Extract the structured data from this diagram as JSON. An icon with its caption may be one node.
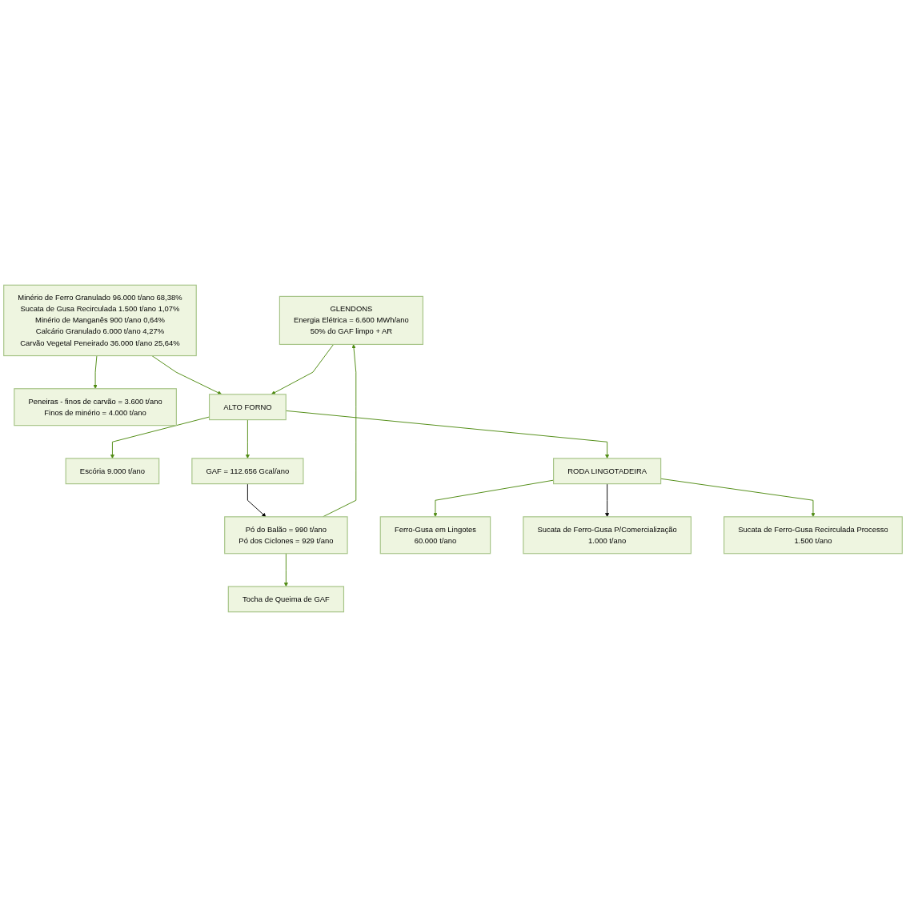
{
  "diagram": {
    "nodes": [
      {
        "text": [
          "Minério de Ferro Granulado 96.000 t/ano 68,38%",
          "Sucata de Gusa Recirculada 1.500 t/ano 1,07%",
          "Minério de Manganês 900 t/ano 0,64%",
          "Calcário Granulado 6.000 t/ano 4,27%",
          "Carvão Vegetal Peneirado 36.000 t/ano 25,64%"
        ]
      },
      {
        "text": [
          "Peneiras - finos de carvão = 3.600 t/ano",
          "Finos de minério = 4.000 t/ano"
        ]
      },
      {
        "text": [
          "ALTO FORNO"
        ]
      },
      {
        "text": [
          "GLENDONS",
          "Energia Elétrica = 6.600 MWh/ano",
          "50% do GAF limpo + AR"
        ]
      },
      {
        "text": [
          "Escória 9.000 t/ano"
        ]
      },
      {
        "text": [
          "GAF = 112.656 Gcal/ano"
        ]
      },
      {
        "text": [
          "Pó do Balão = 990 t/ano",
          "Pó dos Ciclones = 929 t/ano"
        ]
      },
      {
        "text": [
          "RODA LINGOTADEIRA"
        ]
      },
      {
        "text": [
          "Tocha de Queima de GAF"
        ]
      },
      {
        "text": [
          "Ferro-Gusa em Lingotes",
          "60.000 t/ano"
        ]
      },
      {
        "text": [
          "Sucata de Ferro-Gusa P/Comercialização",
          "1.000 t/ano"
        ]
      },
      {
        "text": [
          "Sucata de Ferro-Gusa Recirculada Processo",
          "1.500 t/ano"
        ]
      }
    ],
    "edges": [
      {
        "from": 0,
        "to": 1,
        "arrow": "to"
      },
      {
        "from": 0,
        "to": 2,
        "arrow": "to"
      },
      {
        "from": 3,
        "to": 2,
        "arrow": "to"
      },
      {
        "from": 2,
        "to": 4,
        "arrow": "to"
      },
      {
        "from": 2,
        "to": 5,
        "arrow": "to"
      },
      {
        "from": 2,
        "to": 7,
        "arrow": "to"
      },
      {
        "from": 5,
        "to": 6,
        "arrow": "to",
        "color": "#000000"
      },
      {
        "from": 6,
        "to": 3,
        "arrow": "to"
      },
      {
        "from": 6,
        "to": 8,
        "arrow": "to"
      },
      {
        "from": 7,
        "to": 9,
        "arrow": "to"
      },
      {
        "from": 7,
        "to": 10,
        "arrow": "to",
        "color": "#000000"
      },
      {
        "from": 7,
        "to": 11,
        "arrow": "to"
      }
    ]
  }
}
